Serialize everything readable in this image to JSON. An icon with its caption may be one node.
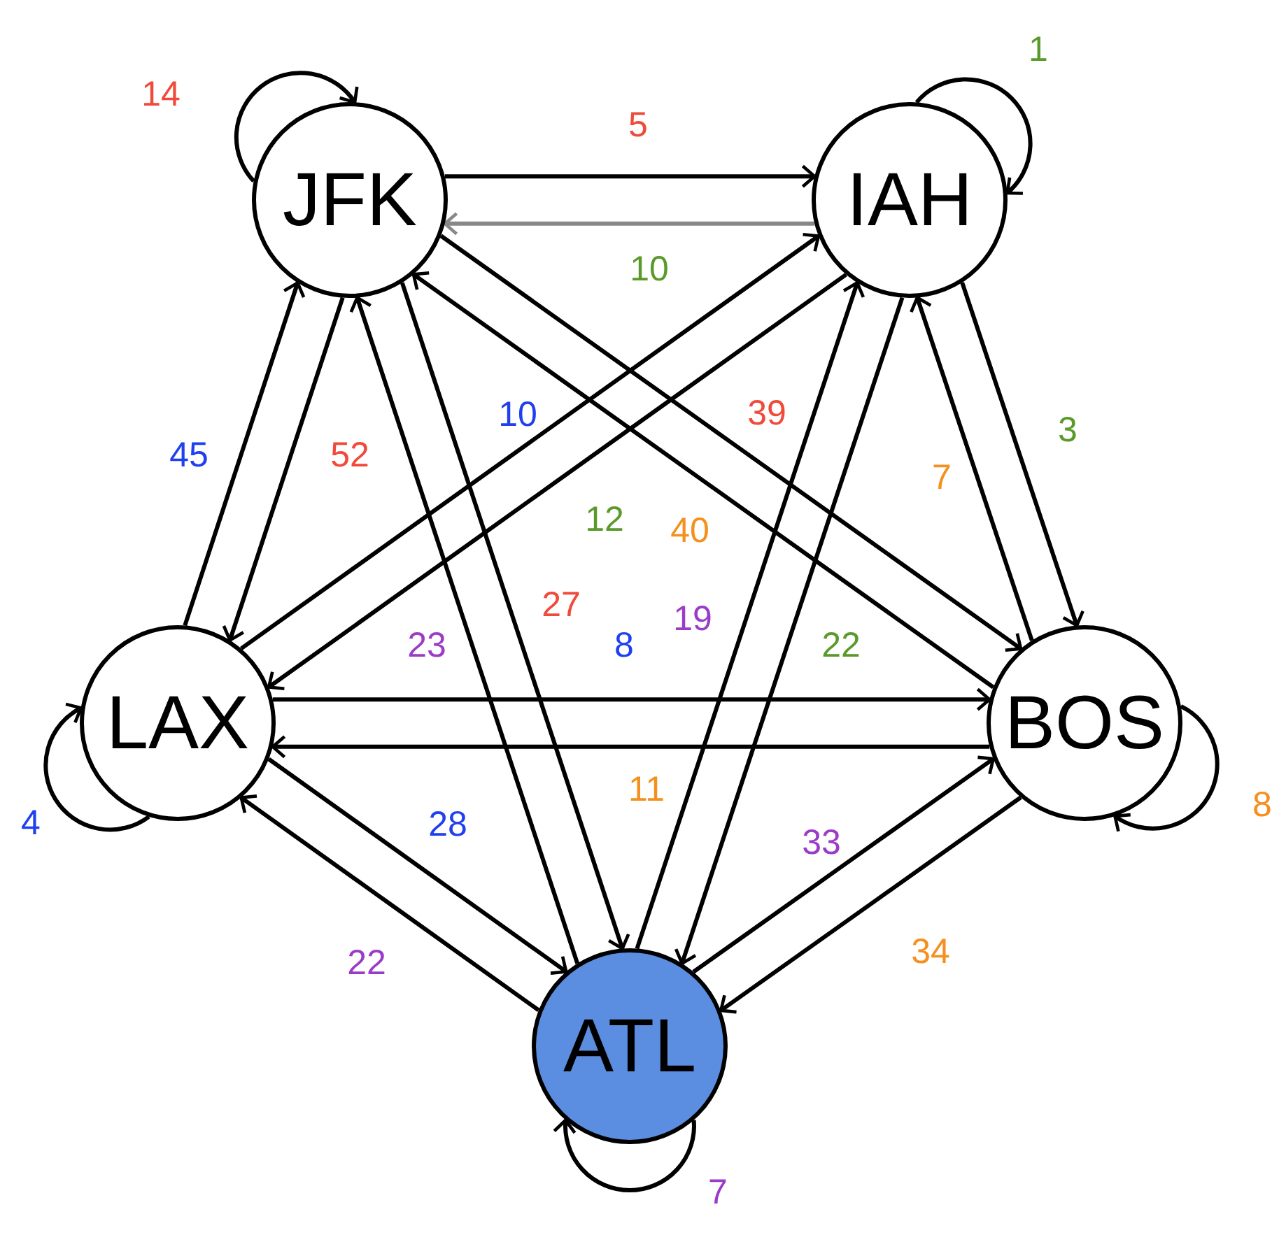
{
  "diagram": {
    "nodes": [
      {
        "text": [
          "JFK"
        ]
      },
      {
        "text": [
          "IAH"
        ]
      },
      {
        "text": [
          "LAX"
        ]
      },
      {
        "text": [
          "BOS"
        ]
      },
      {
        "text": [
          "ATL"
        ]
      }
    ],
    "edges": [
      {
        "from": 0,
        "to": 0,
        "arrow": "to",
        "label": "14"
      },
      {
        "from": 0,
        "to": 1,
        "arrow": "to",
        "label": "5"
      },
      {
        "from": 1,
        "to": 0,
        "arrow": "to",
        "label": "10",
        "color": "#888888"
      },
      {
        "from": 1,
        "to": 1,
        "arrow": "to",
        "label": "1"
      },
      {
        "from": 2,
        "to": 0,
        "arrow": "to",
        "label": "45"
      },
      {
        "from": 0,
        "to": 2,
        "arrow": "to",
        "label": "52"
      },
      {
        "from": 2,
        "to": 1,
        "arrow": "to",
        "label": "10"
      },
      {
        "from": 1,
        "to": 2,
        "arrow": "to",
        "label": "12"
      },
      {
        "from": 0,
        "to": 3,
        "arrow": "to",
        "label": "39"
      },
      {
        "from": 3,
        "to": 0,
        "arrow": "to",
        "label": "40"
      },
      {
        "from": 1,
        "to": 3,
        "arrow": "to",
        "label": "3"
      },
      {
        "from": 3,
        "to": 1,
        "arrow": "to",
        "label": "7"
      },
      {
        "from": 0,
        "to": 4,
        "arrow": "to",
        "label": "27"
      },
      {
        "from": 4,
        "to": 0,
        "arrow": "to",
        "label": "23"
      },
      {
        "from": 4,
        "to": 1,
        "arrow": "to",
        "label": "19"
      },
      {
        "from": 1,
        "to": 4,
        "arrow": "to",
        "label": "22"
      },
      {
        "from": 2,
        "to": 2,
        "arrow": "to",
        "label": "4"
      },
      {
        "from": 2,
        "to": 3,
        "arrow": "to",
        "label": "8"
      },
      {
        "from": 3,
        "to": 2,
        "arrow": "to",
        "label": "11"
      },
      {
        "from": 3,
        "to": 3,
        "arrow": "to",
        "label": "8"
      },
      {
        "from": 2,
        "to": 4,
        "arrow": "to",
        "label": "28"
      },
      {
        "from": 4,
        "to": 2,
        "arrow": "to",
        "label": "22"
      },
      {
        "from": 4,
        "to": 3,
        "arrow": "to",
        "label": "33"
      },
      {
        "from": 3,
        "to": 4,
        "arrow": "to",
        "label": "34"
      },
      {
        "from": 4,
        "to": 4,
        "arrow": "to",
        "label": "7"
      }
    ]
  }
}
